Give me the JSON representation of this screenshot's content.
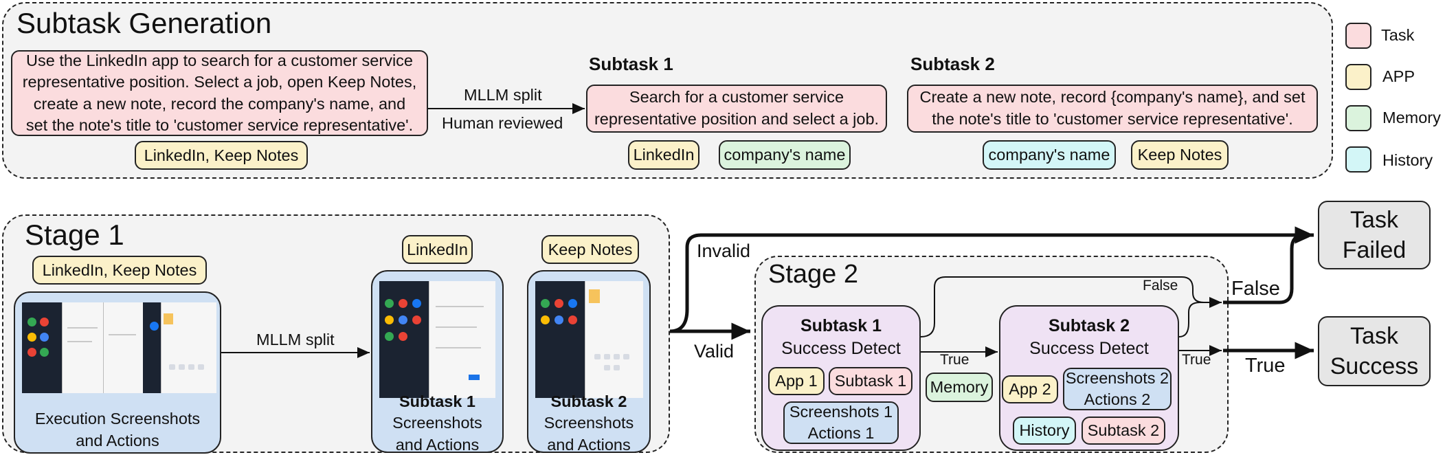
{
  "subtask_generation": {
    "title": "Subtask Generation",
    "task_text": "Use the LinkedIn app to search for a customer service representative position. Select a job, open Keep Notes, create a new note, record the company's name, and set the note's title to 'customer service representative'.",
    "task_lines": [
      "Use the LinkedIn app to search for a customer service",
      "representative position. Select a job, open Keep Notes,",
      "create a new note, record the company's name, and",
      "set the note's title to 'customer service representative'."
    ],
    "task_apps": "LinkedIn, Keep Notes",
    "split_label": "MLLM split",
    "review_label": "Human reviewed",
    "subtask1": {
      "heading": "Subtask 1",
      "lines": [
        "Search for a customer service",
        "representative position and select a job."
      ],
      "app": "LinkedIn",
      "memory": "company's name"
    },
    "subtask2": {
      "heading": "Subtask 2",
      "lines": [
        "Create a new note, record {company's name}, and set",
        "the note's title to 'customer service representative'."
      ],
      "history": "company's name",
      "app": "Keep Notes"
    }
  },
  "legend": {
    "items": [
      {
        "label": "Task",
        "color": "#fbdcde"
      },
      {
        "label": "APP",
        "color": "#fbf1c9"
      },
      {
        "label": "Memory",
        "color": "#dbf3dd"
      },
      {
        "label": "History",
        "color": "#d3f6f7"
      }
    ]
  },
  "stage1": {
    "title": "Stage 1",
    "apps": "LinkedIn, Keep Notes",
    "exec_lines": [
      "Execution Screenshots",
      "and Actions"
    ],
    "split_label": "MLLM split",
    "sub1": {
      "app": "LinkedIn",
      "heading": "Subtask 1",
      "lines": [
        "Screenshots",
        "and Actions"
      ]
    },
    "sub2": {
      "app": "Keep Notes",
      "heading": "Subtask 2",
      "lines": [
        "Screenshots",
        "and Actions"
      ]
    }
  },
  "branch": {
    "invalid": "Invalid",
    "valid": "Valid"
  },
  "stage2": {
    "title": "Stage 2",
    "detect1": {
      "heading": "Subtask 1",
      "subheading": "Success Detect",
      "app": "App 1",
      "subtask": "Subtask 1",
      "shots_lines": [
        "Screenshots 1",
        "Actions 1"
      ]
    },
    "true_label": "True",
    "memory": "Memory",
    "false_label": "False",
    "detect2": {
      "heading": "Subtask 2",
      "subheading": "Success Detect",
      "app": "App 2",
      "shots_lines": [
        "Screenshots 2",
        "Actions 2"
      ],
      "history": "History",
      "subtask": "Subtask 2"
    },
    "true_out": "True"
  },
  "outcomes": {
    "false_label": "False",
    "true_label": "True",
    "failed_lines": [
      "Task",
      "Failed"
    ],
    "success_lines": [
      "Task",
      "Success"
    ]
  }
}
